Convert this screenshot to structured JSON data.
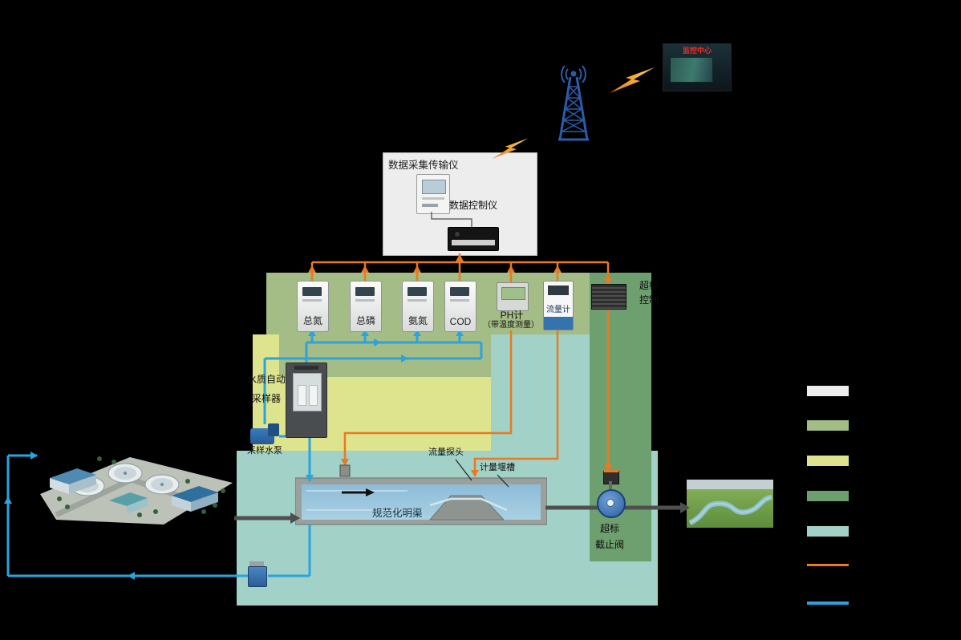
{
  "colors": {
    "signal_line": "#e87a22",
    "water_line": "#2ba3dc",
    "discharge_line": "#4f4f4f",
    "panel_gray": "#ededed",
    "panel_sage_green": "#a4bd86",
    "panel_yellow_green": "#dde48d",
    "panel_dark_green": "#6da06e",
    "panel_teal": "#a2d1c8",
    "tower_blue": "#2b5ca9"
  },
  "monitoring_center": {
    "label": "监控中心"
  },
  "daq": {
    "title": "数据采集传输仪",
    "controller_label": "数据控制仪"
  },
  "analyzers": [
    {
      "label": "总氮"
    },
    {
      "label": "总磷"
    },
    {
      "label": "氨氮"
    },
    {
      "label": "COD"
    }
  ],
  "ph_meter": {
    "label": "PH计",
    "note": "（带温度测量）"
  },
  "flow_meter": {
    "label": "流量计"
  },
  "over_limit_controller": {
    "line1": "超标",
    "line2": "控制"
  },
  "sampler": {
    "line1": "水质自动",
    "line2": "采样器"
  },
  "sampling_pump": {
    "label": "采样水泵"
  },
  "channel": {
    "label": "规范化明渠",
    "flow_probe_label": "流量探头",
    "weir_label": "计量堰槽"
  },
  "shutoff_valve": {
    "line1": "超标",
    "line2": "截止阀"
  },
  "legend": {
    "swatches": [
      "#ededed",
      "#a4bd86",
      "#dde48d",
      "#6da06e",
      "#a2d1c8"
    ],
    "lines": [
      "#e87a22",
      "#2ba3dc"
    ]
  }
}
